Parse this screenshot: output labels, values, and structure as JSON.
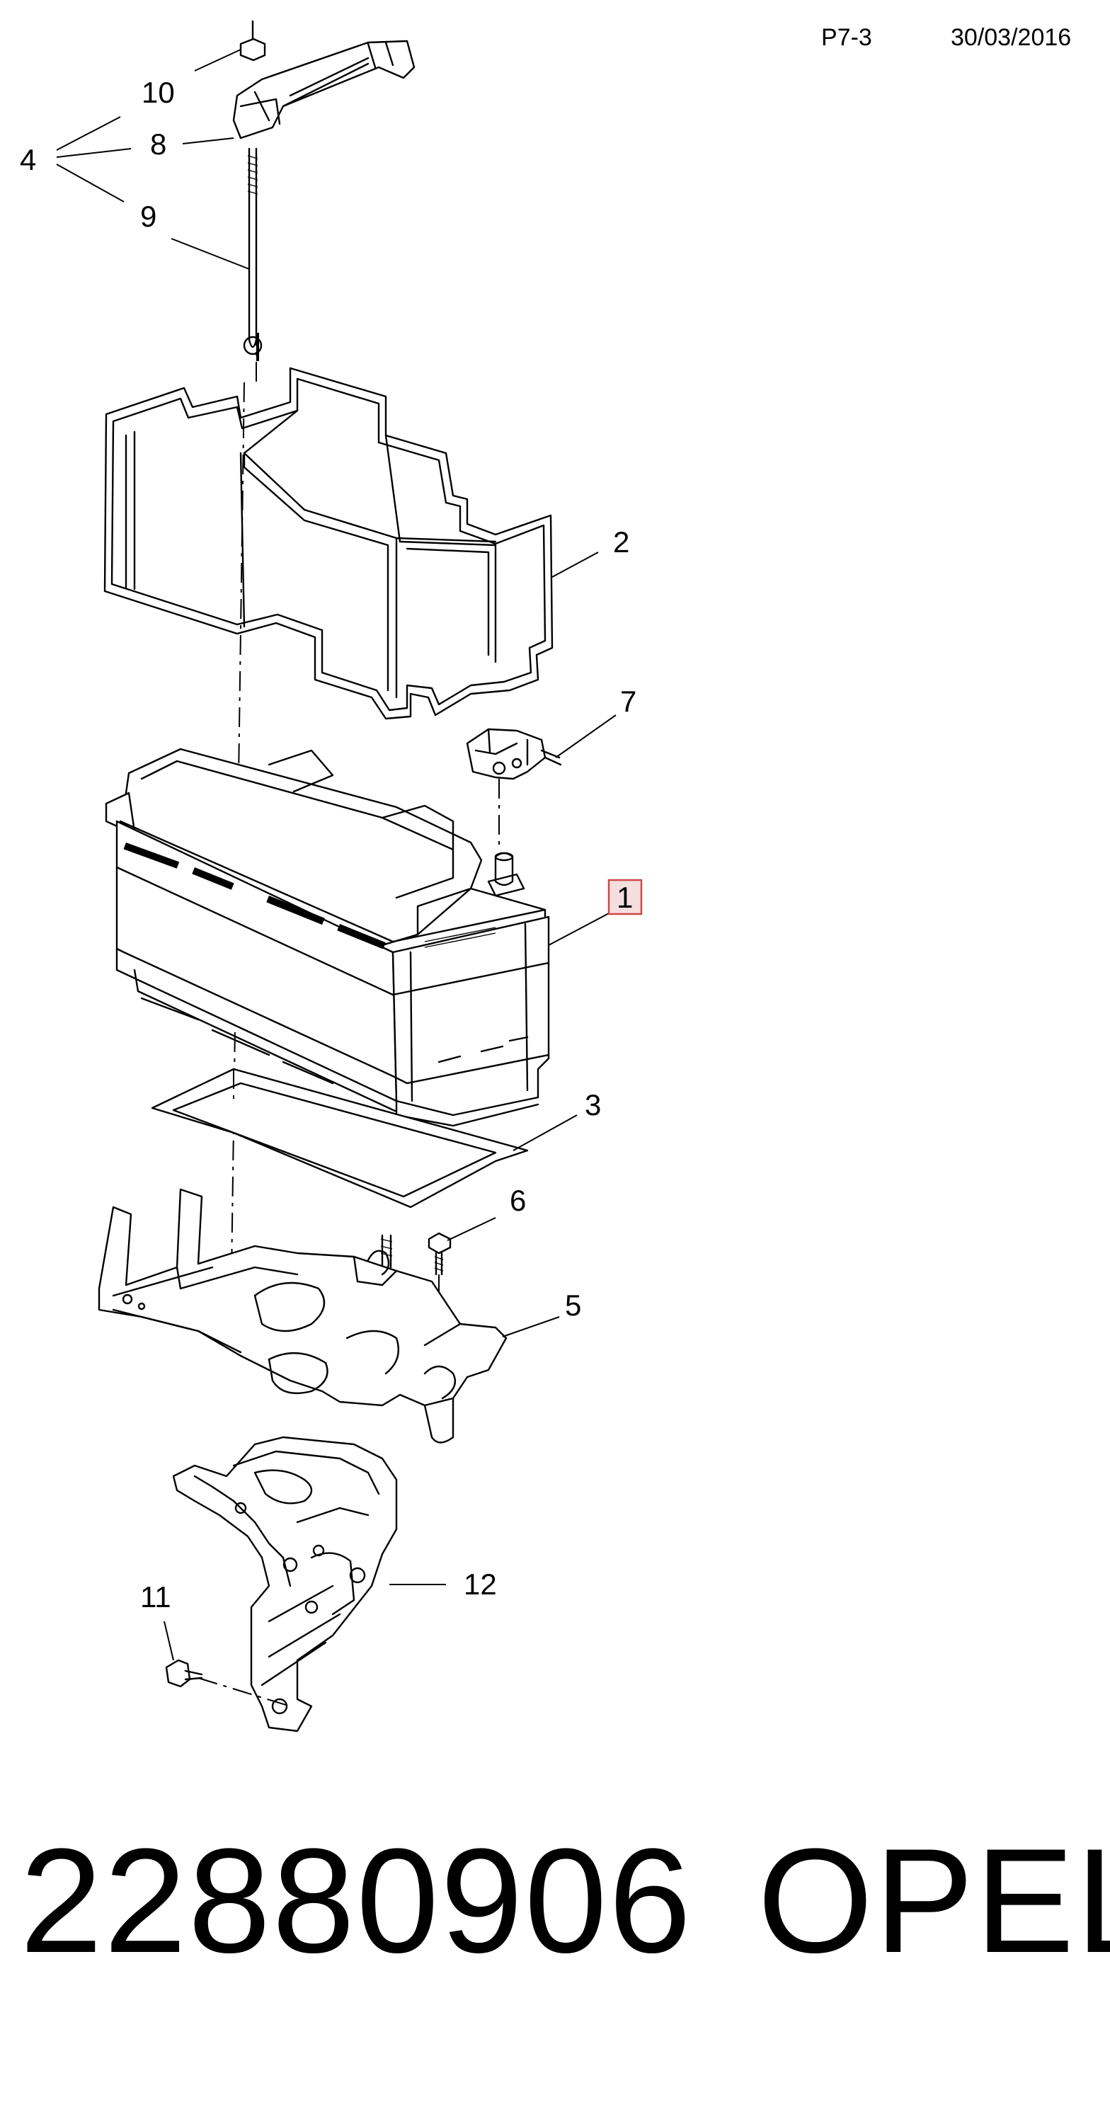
{
  "header": {
    "page_code": "P7-3",
    "date": "30/03/2016"
  },
  "callouts": {
    "c1": "1",
    "c2": "2",
    "c3": "3",
    "c4": "4",
    "c5": "5",
    "c6": "6",
    "c7": "7",
    "c8": "8",
    "c9": "9",
    "c10": "10",
    "c11": "11",
    "c12": "12"
  },
  "highlighted_callout": "1",
  "footer": {
    "part_number": "22880906",
    "brand": "OPEL"
  }
}
